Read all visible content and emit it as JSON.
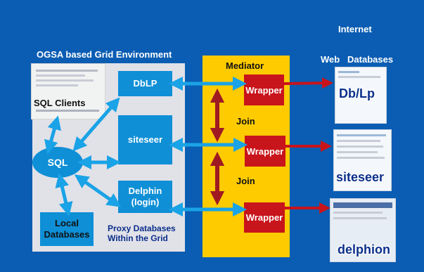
{
  "labels": {
    "internet": "Internet",
    "grid_env": "OGSA based Grid Environment",
    "web_databases": "Web   Databases",
    "mediator": "Mediator",
    "join_top": "Join",
    "join_bottom": "Join",
    "proxy_databases": "Proxy Databases\nWithin the Grid"
  },
  "nodes": {
    "sql_clients": "SQL Clients",
    "sql": "SQL",
    "local_databases": "Local\nDatabases",
    "dblp": "DbLP",
    "siteseer": "siteseer",
    "delphin": "Delphin\n(login)"
  },
  "wrappers": [
    "Wrapper",
    "Wrapper",
    "Wrapper"
  ],
  "web_sites": {
    "dblp": "Db/Lp",
    "siteseer": "siteseer",
    "delphion": "delphion"
  },
  "colors": {
    "background": "#0a5db3",
    "grid_panel": "#e1e1e8",
    "mediator": "#fecb00",
    "node": "#0e8fd6",
    "wrapper": "#c8141b",
    "arrow_blue": "#1aa3e6",
    "arrow_red": "#c8141b",
    "join_arrow": "#a01a22"
  }
}
